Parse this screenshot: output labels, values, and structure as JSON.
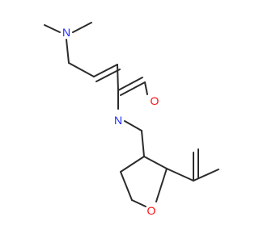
{
  "molecule": {
    "atoms": {
      "n_amine": {
        "label": "N",
        "color": "#1f2bff"
      },
      "n_amide": {
        "label": "N",
        "color": "#1f2bff"
      },
      "o_carbonyl": {
        "label": "O",
        "color": "#ff0d0d"
      },
      "o_ring": {
        "label": "O",
        "color": "#ff0d0d"
      }
    },
    "bond_color": "#2b2b2b",
    "background": "#ffffff"
  }
}
